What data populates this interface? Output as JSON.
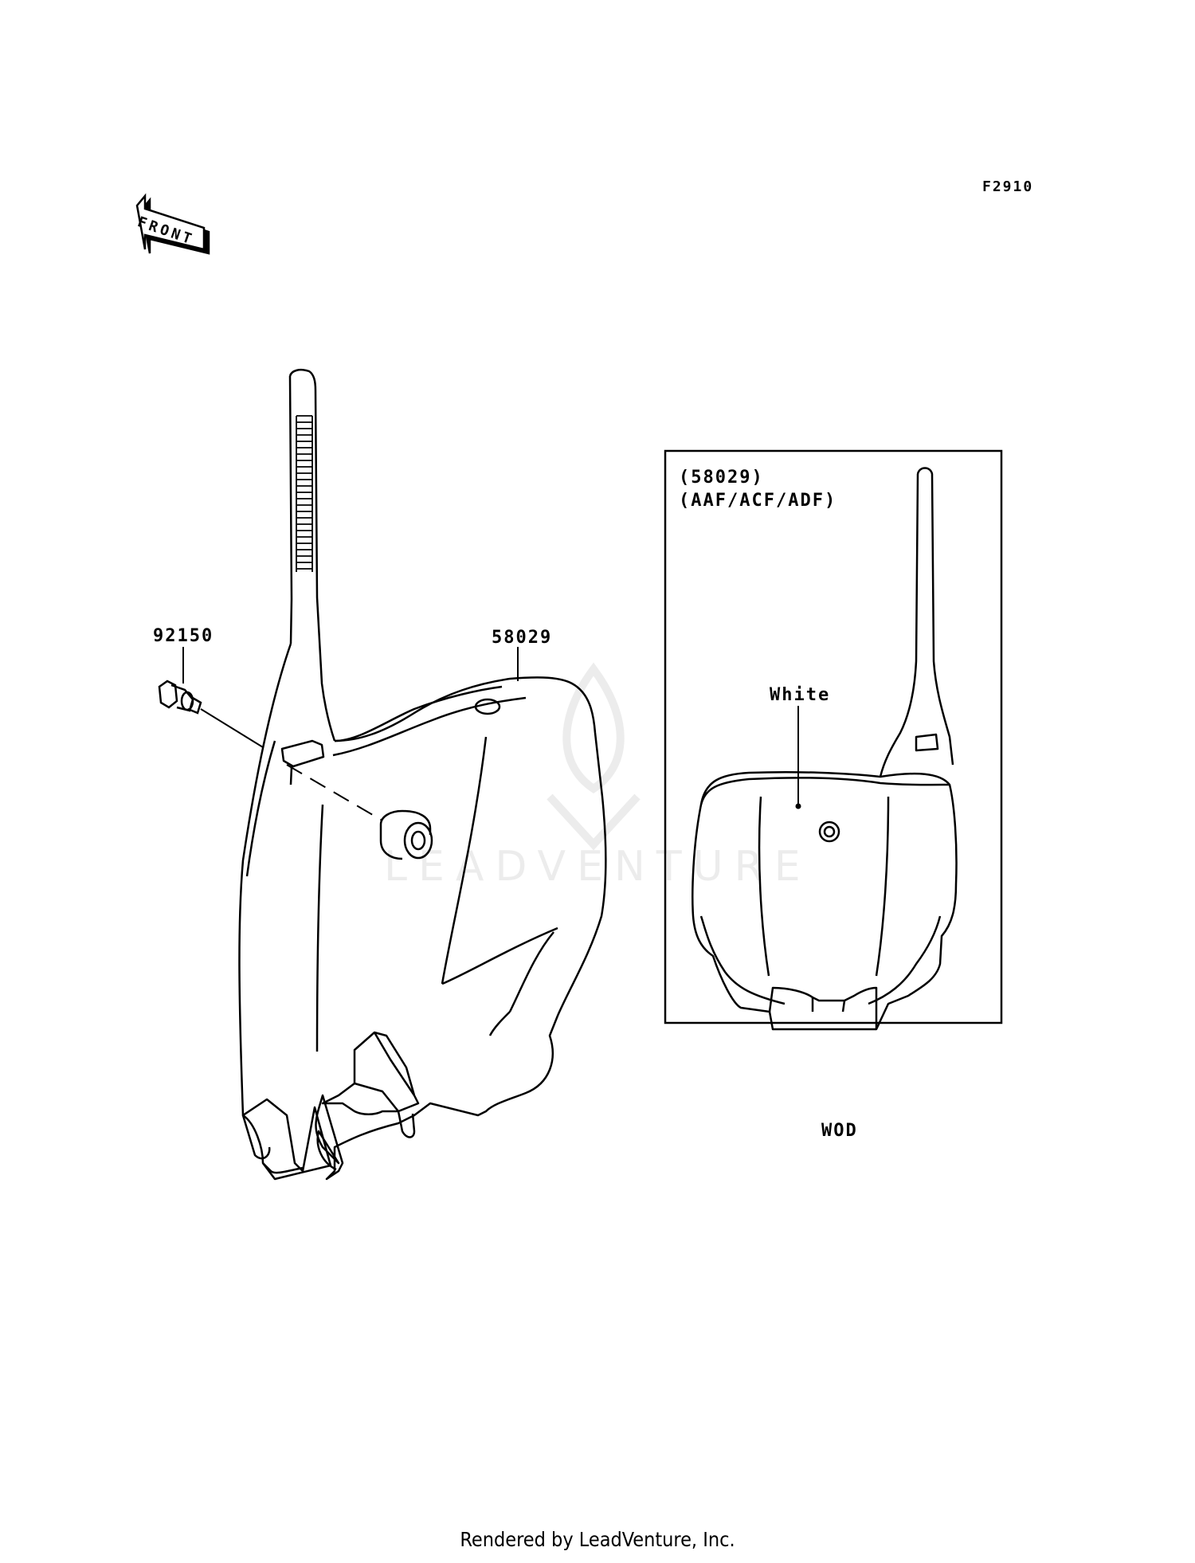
{
  "diagram": {
    "figure_code": "F2910",
    "front_label": "FRONT",
    "parts": {
      "bolt_number": "92150",
      "plate_number": "58029"
    },
    "inset": {
      "part_ref": "(58029)",
      "variants": "(AAF/ACF/ADF)",
      "color_label": "White",
      "caption": "WOD"
    }
  },
  "watermark": {
    "text": "LEADVENTURE"
  },
  "footer": {
    "text": "Rendered by LeadVenture, Inc."
  }
}
